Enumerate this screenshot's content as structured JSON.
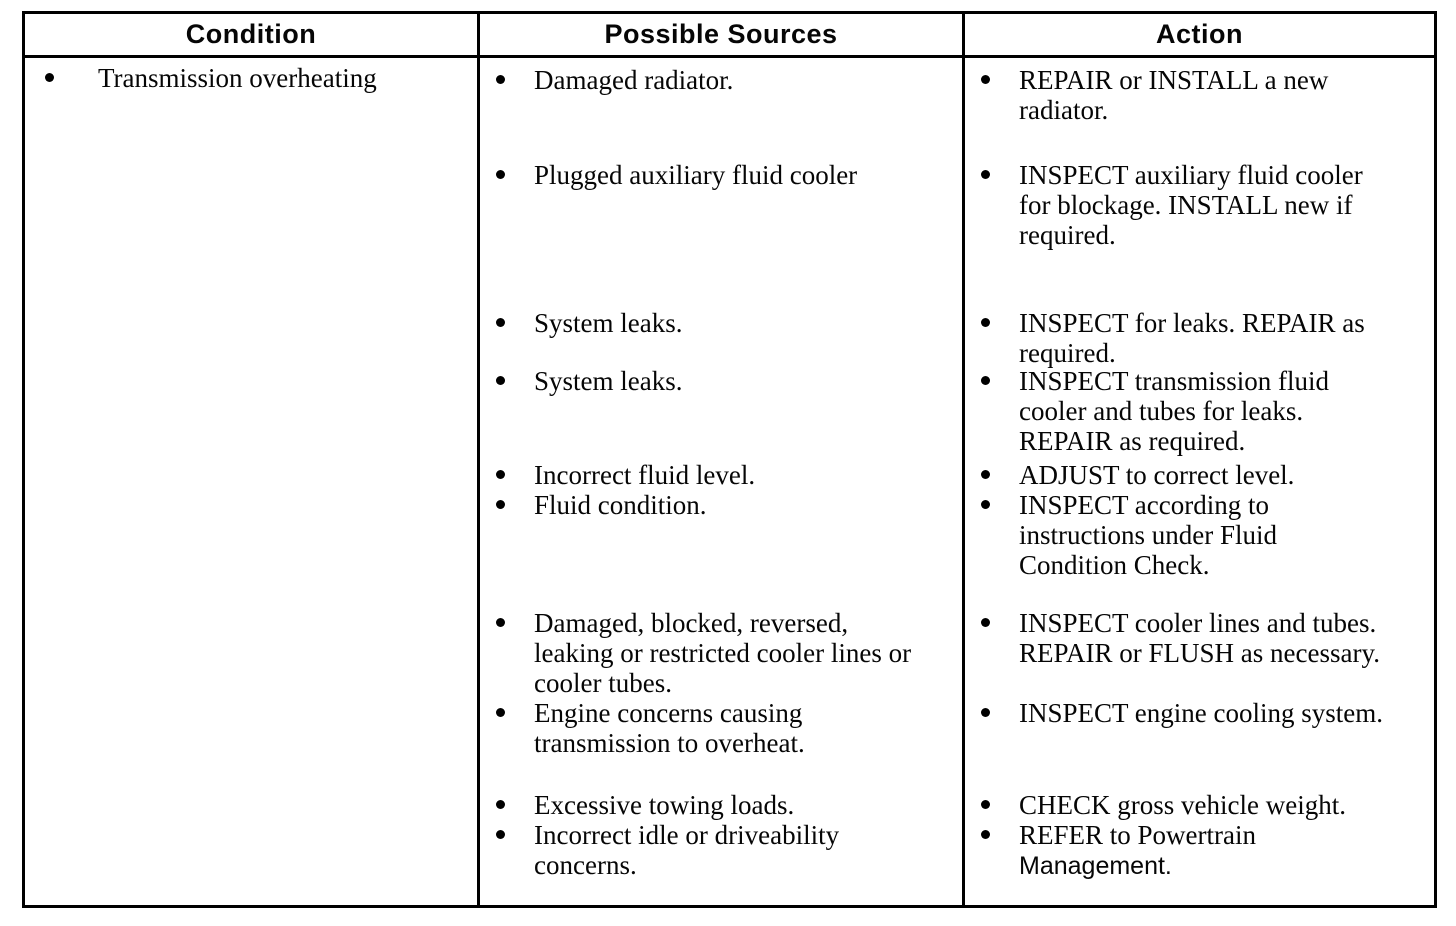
{
  "page": {
    "background_color": "#ffffff",
    "text_color": "#000000",
    "border_color": "#000000"
  },
  "table": {
    "headers": [
      {
        "label": "Condition"
      },
      {
        "label": "Possible Sources"
      },
      {
        "label": "Action"
      }
    ],
    "condition": {
      "text": "Transmission overheating"
    },
    "groups": [
      {
        "source": "Damaged radiator.",
        "action": "REPAIR or INSTALL a new radiator."
      },
      {
        "source": "Plugged auxiliary fluid cooler",
        "action": "INSPECT auxiliary fluid cooler for blockage. INSTALL new if required."
      },
      {
        "source": "System leaks.",
        "action": "INSPECT for leaks. REPAIR as required."
      },
      {
        "source": "System leaks.",
        "action": "INSPECT transmission fluid cooler and tubes for leaks. REPAIR as required."
      },
      {
        "source": "Incorrect fluid level.",
        "action": "ADJUST to correct level."
      },
      {
        "source": "Fluid condition.",
        "action": "INSPECT according to instructions under Fluid Condition Check."
      },
      {
        "source": "Damaged, blocked, reversed, leaking or restricted cooler lines or cooler tubes.",
        "action": "INSPECT cooler lines and tubes. REPAIR or FLUSH as necessary."
      },
      {
        "source": "Engine concerns causing transmission to overheat.",
        "action": "INSPECT engine cooling system."
      },
      {
        "source": "Excessive towing loads.",
        "action": "CHECK gross vehicle weight."
      },
      {
        "source": "Incorrect idle or driveability concerns.",
        "action": "REFER to Powertrain",
        "action_line2": "Management."
      }
    ]
  }
}
